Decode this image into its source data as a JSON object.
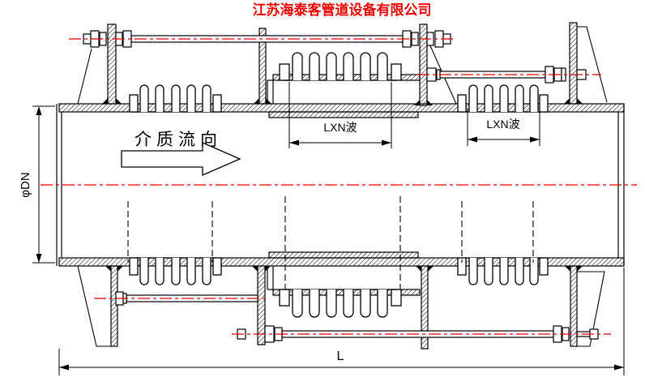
{
  "header": {
    "company_name": "江苏海泰客管道设备有限公司"
  },
  "annotations": {
    "flow_label": "介质流向",
    "dim_bellows_mid": "LXN波",
    "dim_bellows_right": "LXN波",
    "dim_diameter": "φDN",
    "dim_length": "L"
  },
  "colors": {
    "accent_red": "#ee0000",
    "centerline_red": "#e60000",
    "line_black": "#000000"
  }
}
